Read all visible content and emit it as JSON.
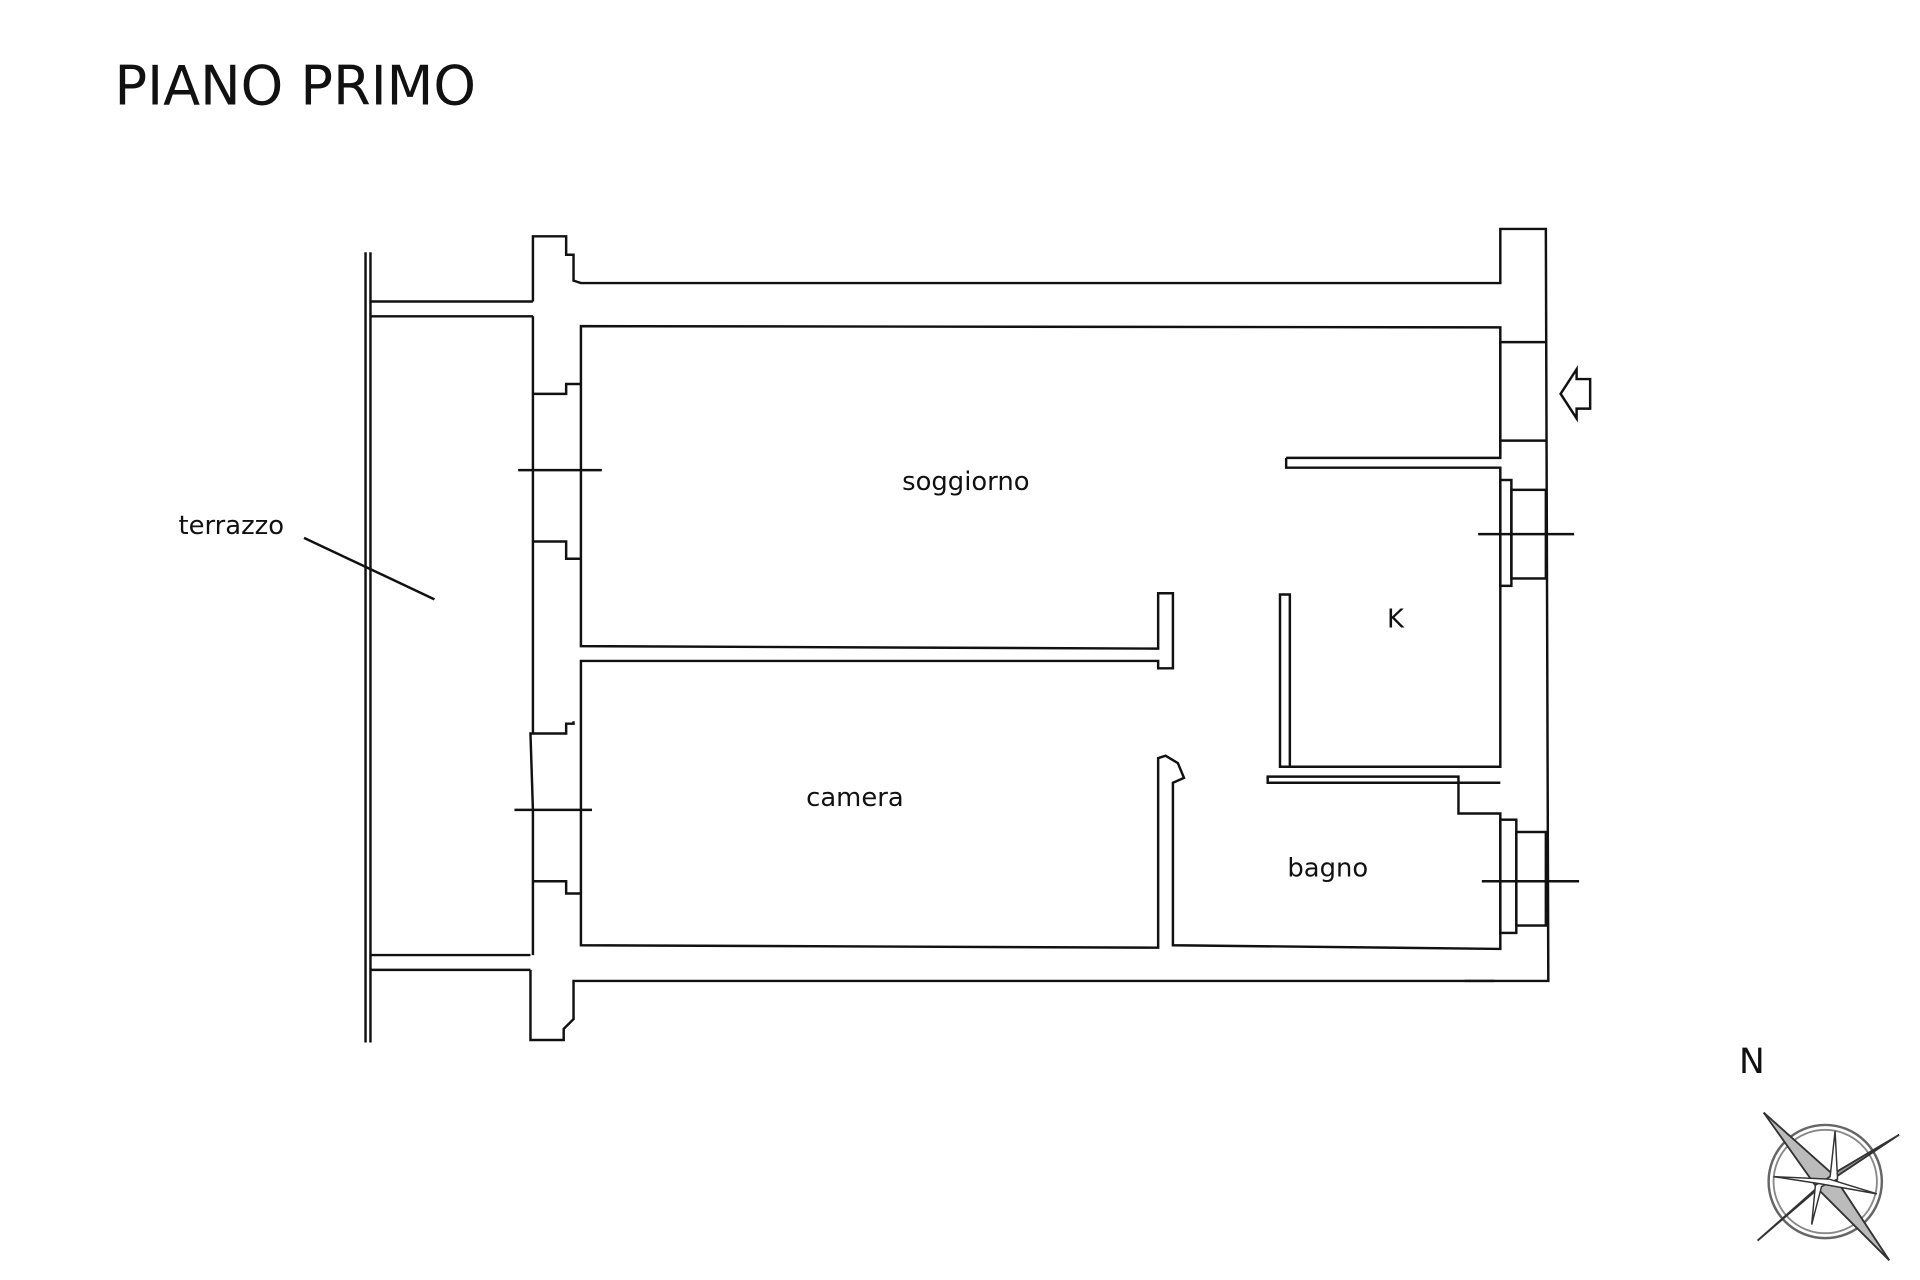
{
  "title": "PIANO PRIMO",
  "rooms": {
    "living": "soggiorno",
    "terrace": "terrazzo",
    "kitchen": "K",
    "bedroom": "camera",
    "bathroom": "bagno"
  },
  "compass": {
    "label": "N",
    "icon": "compass-rose-icon"
  },
  "entrance": {
    "icon": "entrance-arrow-icon"
  }
}
